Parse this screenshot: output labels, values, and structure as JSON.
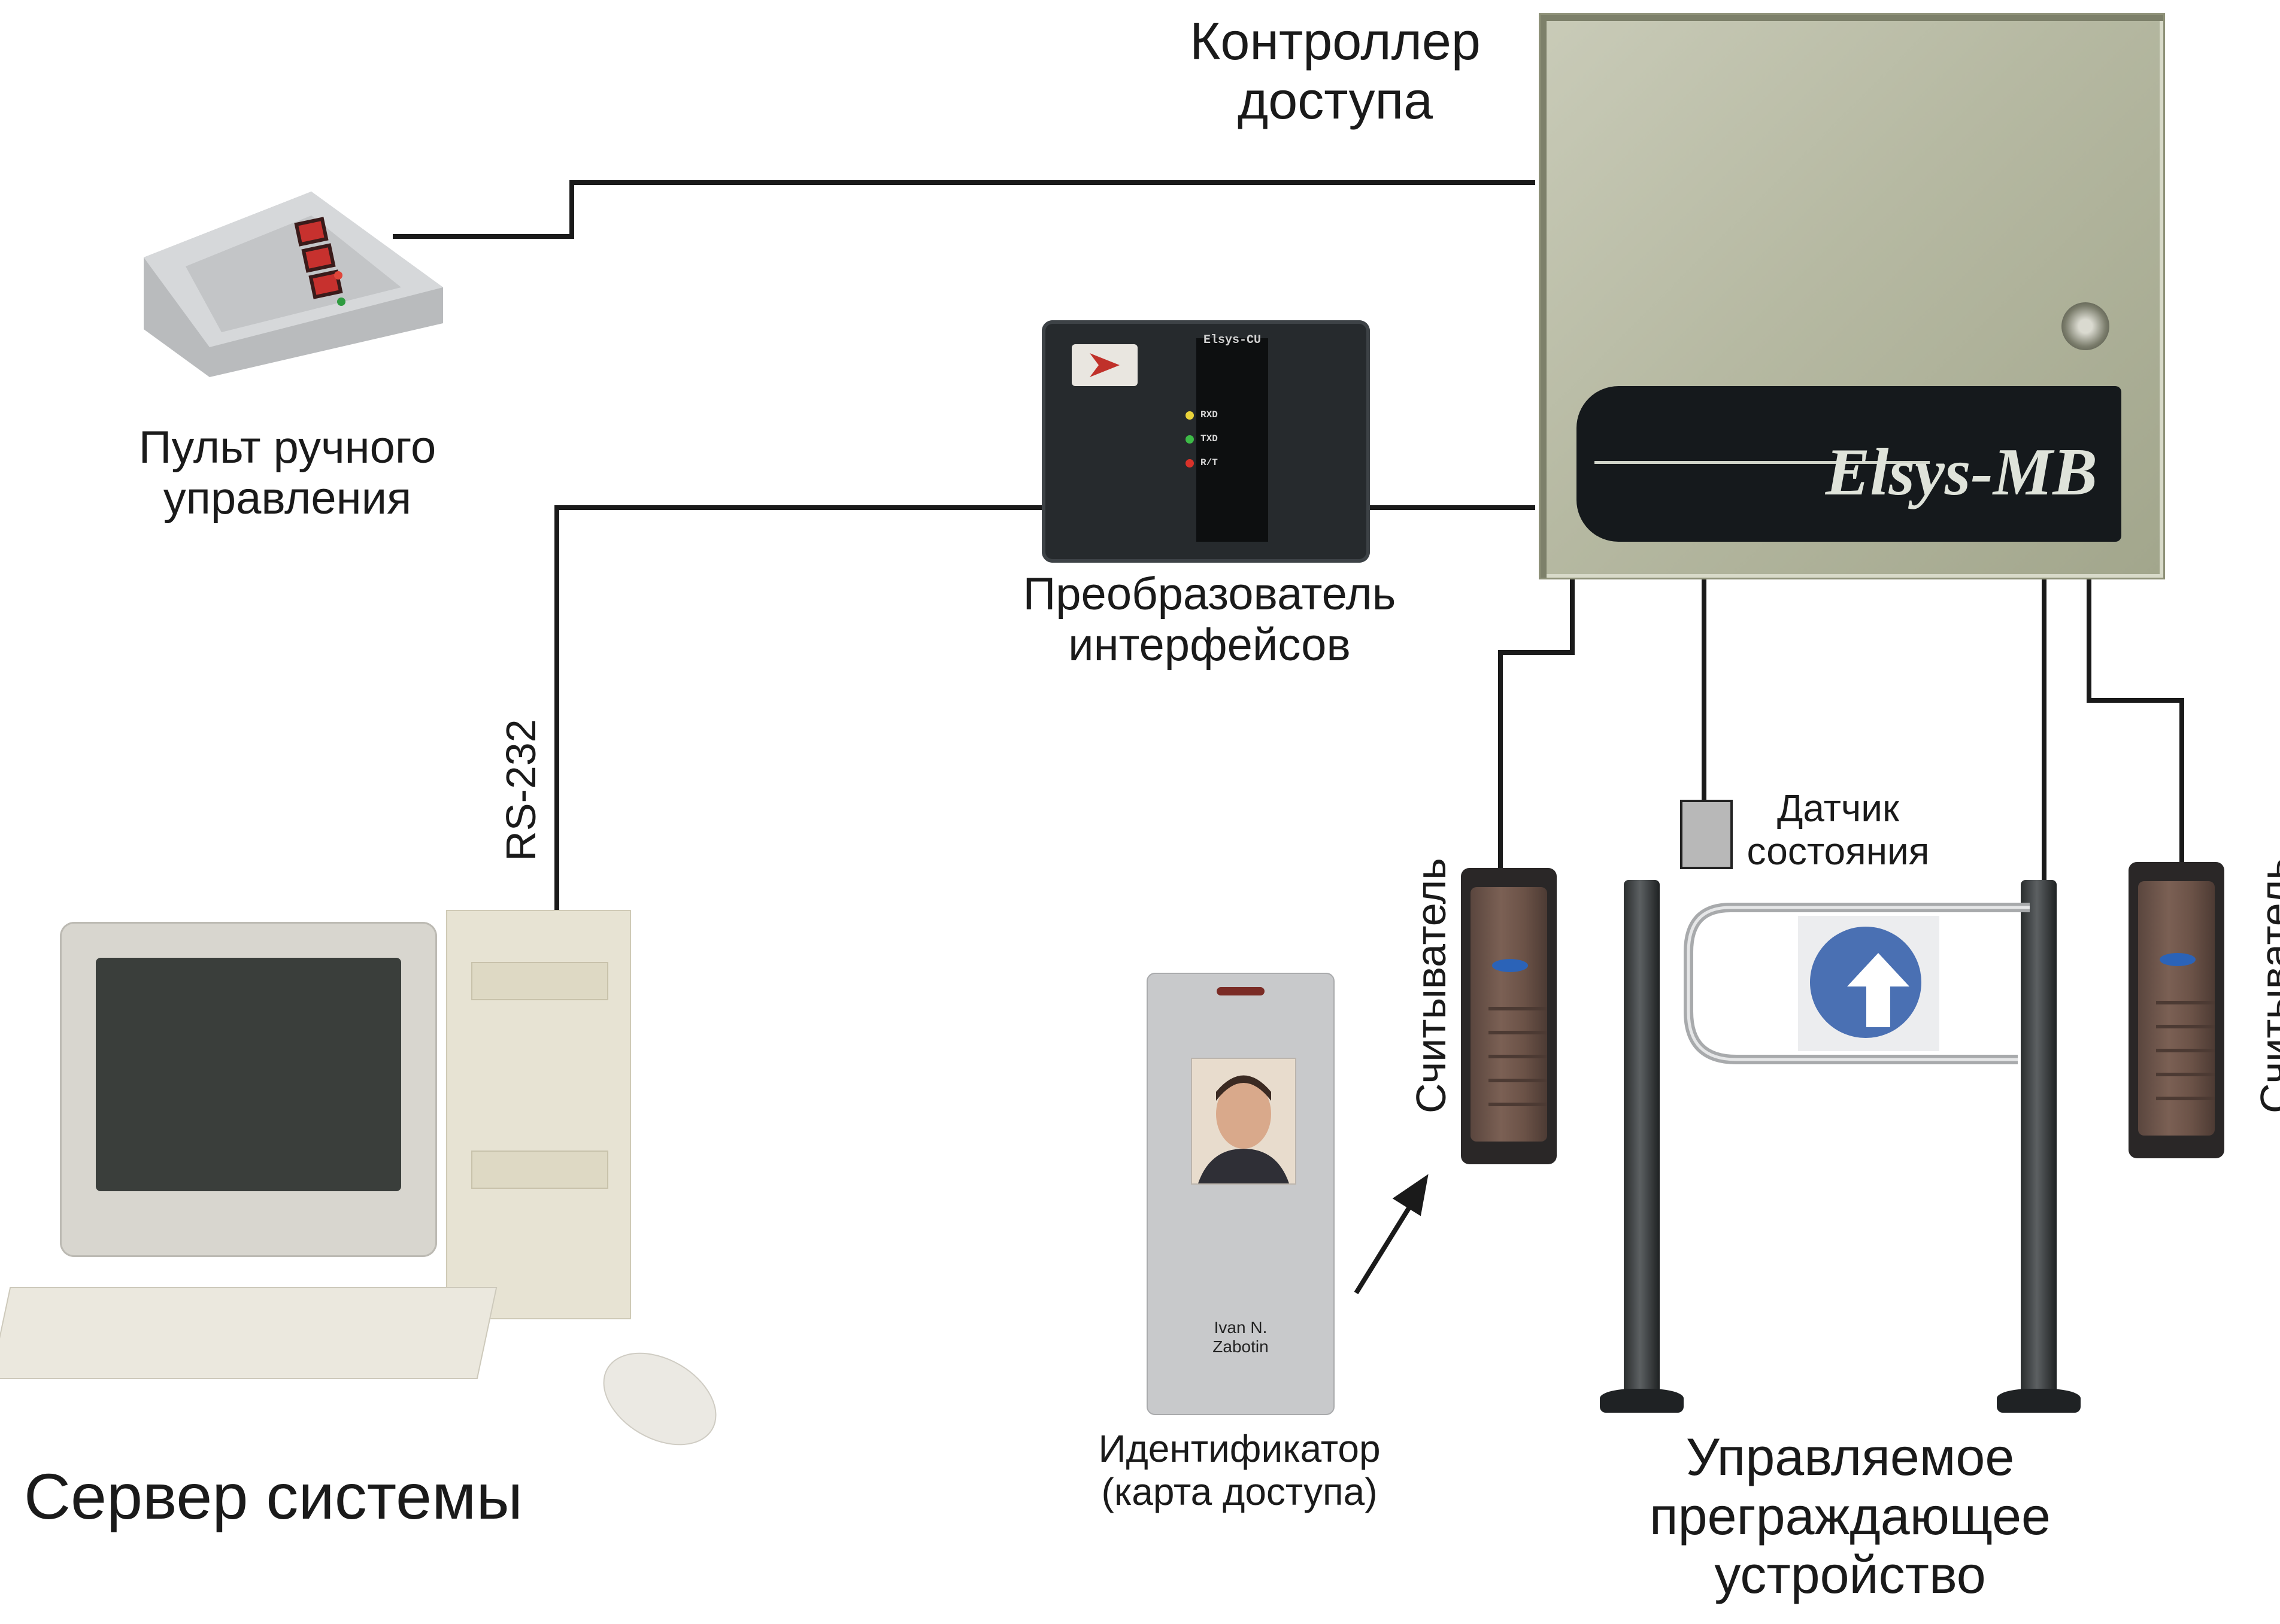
{
  "labels": {
    "controller": "Контроллер\nдоступа",
    "remote": "Пульт ручного\nуправления",
    "converter": "Преобразователь\nинтерфейсов",
    "rs232": "RS-232",
    "server": "Сервер системы",
    "card": "Идентификатор\n(карта доступа)",
    "reader": "Считыватель",
    "sensor": "Датчик\nсостояния",
    "gate": "Управляемое\nпреграждающее\nустройство"
  },
  "controller": {
    "brand": "Elsys-MB"
  },
  "converter": {
    "model": "Elsys-CU",
    "leds": [
      "RXD",
      "TXD",
      "R/T"
    ]
  },
  "card": {
    "holder": "Ivan N.\nZabotin"
  }
}
